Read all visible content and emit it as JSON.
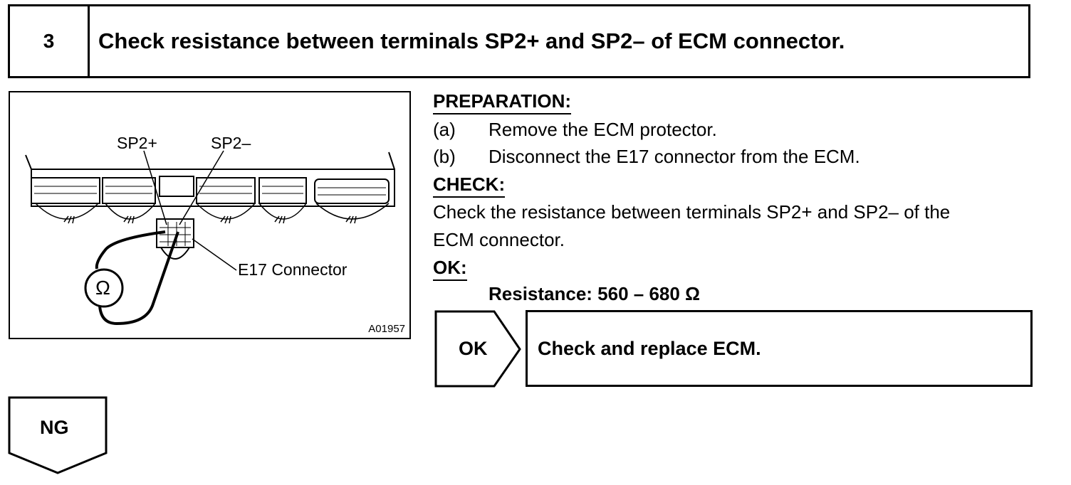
{
  "step": {
    "number": "3",
    "title": "Check resistance between terminals SP2+ and SP2– of ECM connector."
  },
  "figure": {
    "label_sp2_plus": "SP2+",
    "label_sp2_minus": "SP2–",
    "label_connector": "E17 Connector",
    "ohm_symbol": "Ω",
    "figure_id": "A01957"
  },
  "preparation": {
    "heading": "PREPARATION:",
    "items": [
      {
        "marker": "(a)",
        "text": "Remove the ECM protector."
      },
      {
        "marker": "(b)",
        "text": "Disconnect the E17 connector from the ECM."
      }
    ]
  },
  "check": {
    "heading": "CHECK:",
    "line1": "Check the resistance between terminals SP2+ and SP2– of the",
    "line2": "ECM connector."
  },
  "ok": {
    "heading": "OK:",
    "spec": "Resistance: 560 – 680 Ω"
  },
  "result_ok": {
    "tag": "OK",
    "action": "Check and replace ECM."
  },
  "result_ng": {
    "tag": "NG"
  }
}
